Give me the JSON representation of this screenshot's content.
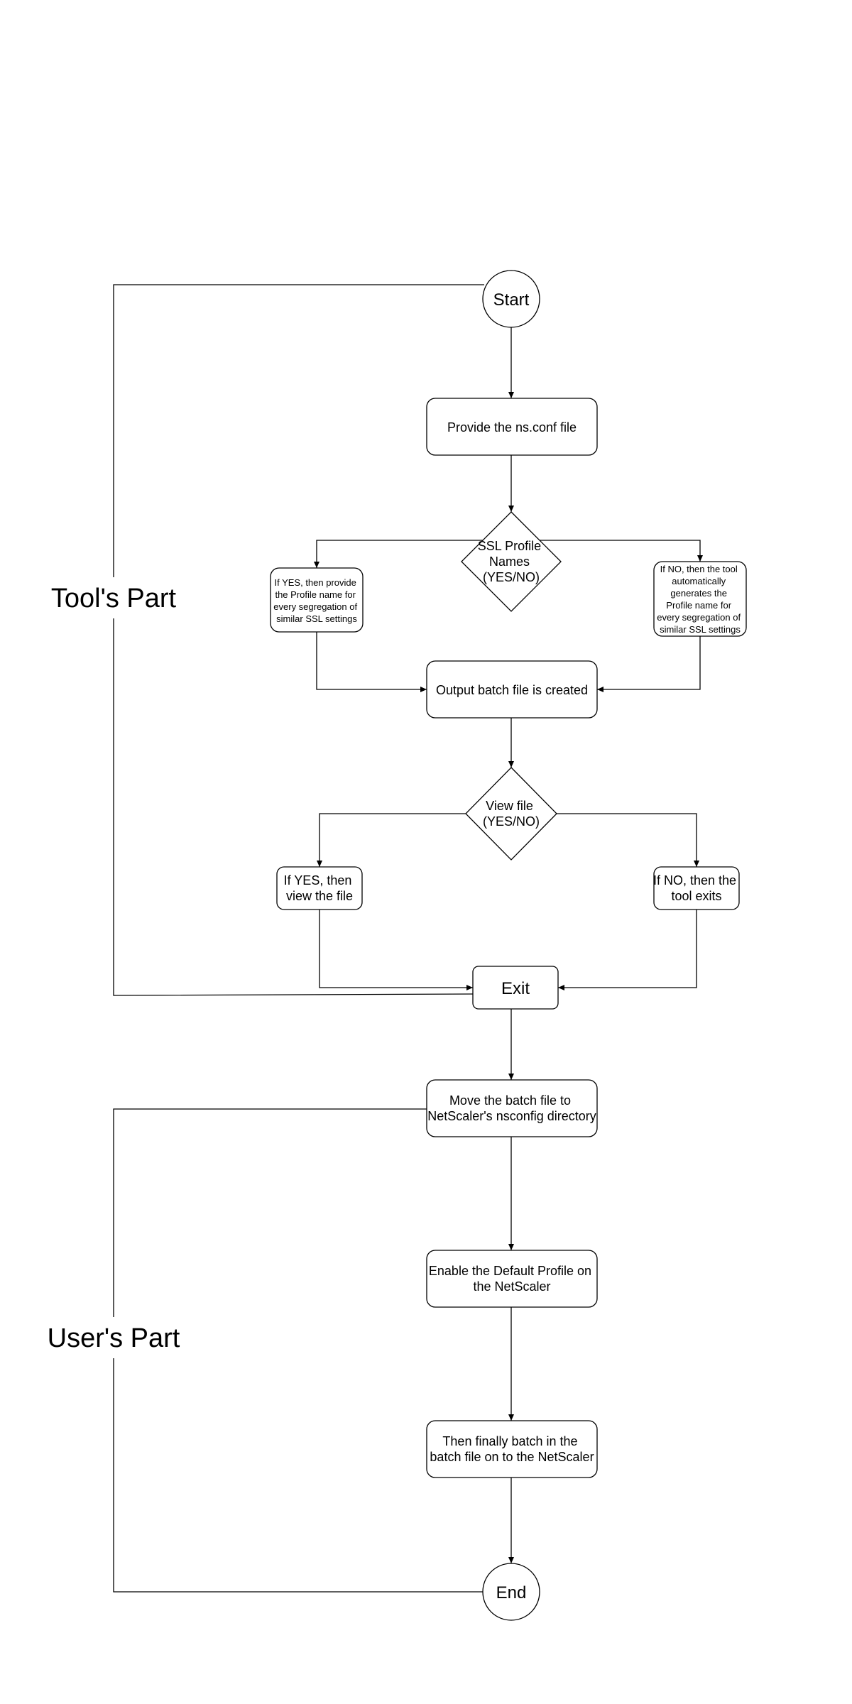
{
  "diagram": {
    "sections": {
      "tools_part": "Tool's Part",
      "users_part": "User's Part"
    },
    "nodes": {
      "start": "Start",
      "provide_conf": "Provide the ns.conf file",
      "ssl_decision": [
        "SSL Profile",
        "Names",
        "(YES/NO)"
      ],
      "yes_profile": [
        "If YES, then provide",
        "the Profile name for",
        "every segregation of",
        "similar SSL settings"
      ],
      "no_profile": [
        "If NO, then the tool",
        "automatically",
        "generates the",
        "Profile name for",
        "every segregation of",
        "similar SSL settings"
      ],
      "output_batch": "Output batch file is created",
      "view_decision": [
        "View file",
        "(YES/NO)"
      ],
      "yes_view": [
        "If YES, then",
        "view the file"
      ],
      "no_view": [
        "If NO, then the",
        "tool exits"
      ],
      "exit": "Exit",
      "move_batch": [
        "Move the batch file to",
        "NetScaler's nsconfig directory"
      ],
      "enable_default": [
        "Enable the Default Profile on",
        "the NetScaler"
      ],
      "batch_in": [
        "Then finally batch in the",
        "batch file on to the NetScaler"
      ],
      "end": "End"
    }
  }
}
